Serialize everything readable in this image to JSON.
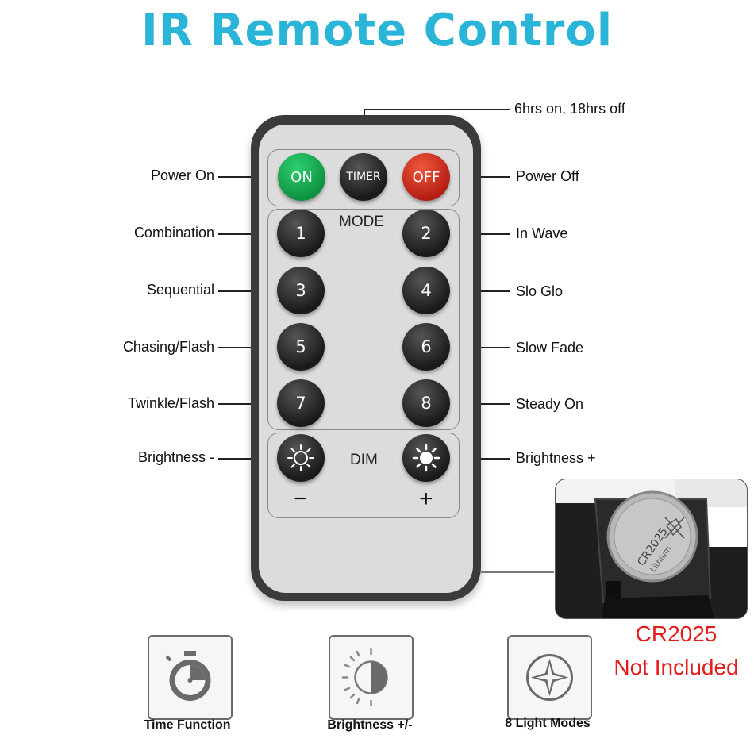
{
  "title": "IR Remote Control",
  "timer_note": "6hrs on, 18hrs off",
  "buttons": {
    "on": "ON",
    "timer": "TIMER",
    "off": "OFF",
    "mode_label": "MODE",
    "dim_label": "DIM",
    "minus": "−",
    "plus": "+",
    "num1": "1",
    "num2": "2",
    "num3": "3",
    "num4": "4",
    "num5": "5",
    "num6": "6",
    "num7": "7",
    "num8": "8"
  },
  "labels_left": {
    "power_on": "Power On",
    "combination": "Combination",
    "sequential": "Sequential",
    "chasing_flash": "Chasing/Flash",
    "twinkle_flash": "Twinkle/Flash",
    "brightness_minus": "Brightness -"
  },
  "labels_right": {
    "power_off": "Power Off",
    "in_wave": "In Wave",
    "slo_glo": "Slo Glo",
    "slow_fade": "Slow Fade",
    "steady_on": "Steady On",
    "brightness_plus": "Brightness +"
  },
  "battery": {
    "coin_text": "CR2025",
    "coin_sub": "Lithium",
    "model": "CR2025",
    "note": "Not Included"
  },
  "features": [
    {
      "icon": "stopwatch-icon",
      "label": "Time Function"
    },
    {
      "icon": "brightness-half-icon",
      "label": "Brightness +/-"
    },
    {
      "icon": "four-point-star-icon",
      "label": "8 Light Modes"
    }
  ],
  "colors": {
    "title": "#2ab4d8",
    "on_button": "#12a14a",
    "off_button": "#d6281a",
    "warning": "#e21d1d"
  }
}
